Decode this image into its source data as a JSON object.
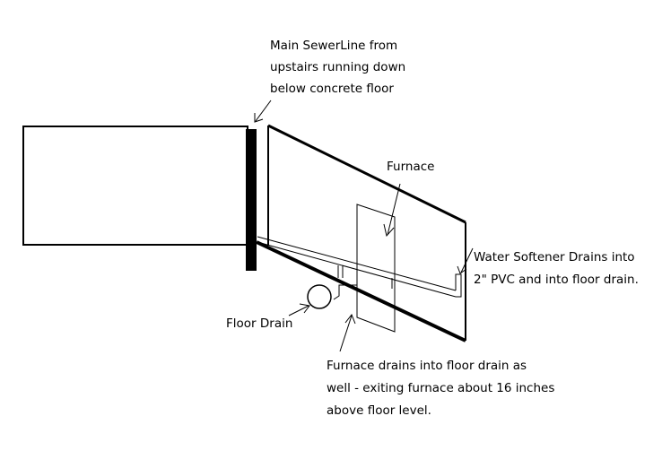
{
  "labels": {
    "sewer_line": [
      "Main SewerLine from",
      "upstairs running down",
      "below concrete floor"
    ],
    "furnace": [
      "Furnace"
    ],
    "water_softener": [
      "Water Softener Drains into",
      "2\" PVC and into floor drain."
    ],
    "floor_drain": [
      "Floor Drain"
    ],
    "furnace_drain": [
      "Furnace drains into floor drain as",
      "well - exiting furnace about 16 inches",
      "above floor level."
    ]
  },
  "colors": {
    "stroke": "#000000",
    "background": "#ffffff",
    "pipe": "#000000"
  }
}
